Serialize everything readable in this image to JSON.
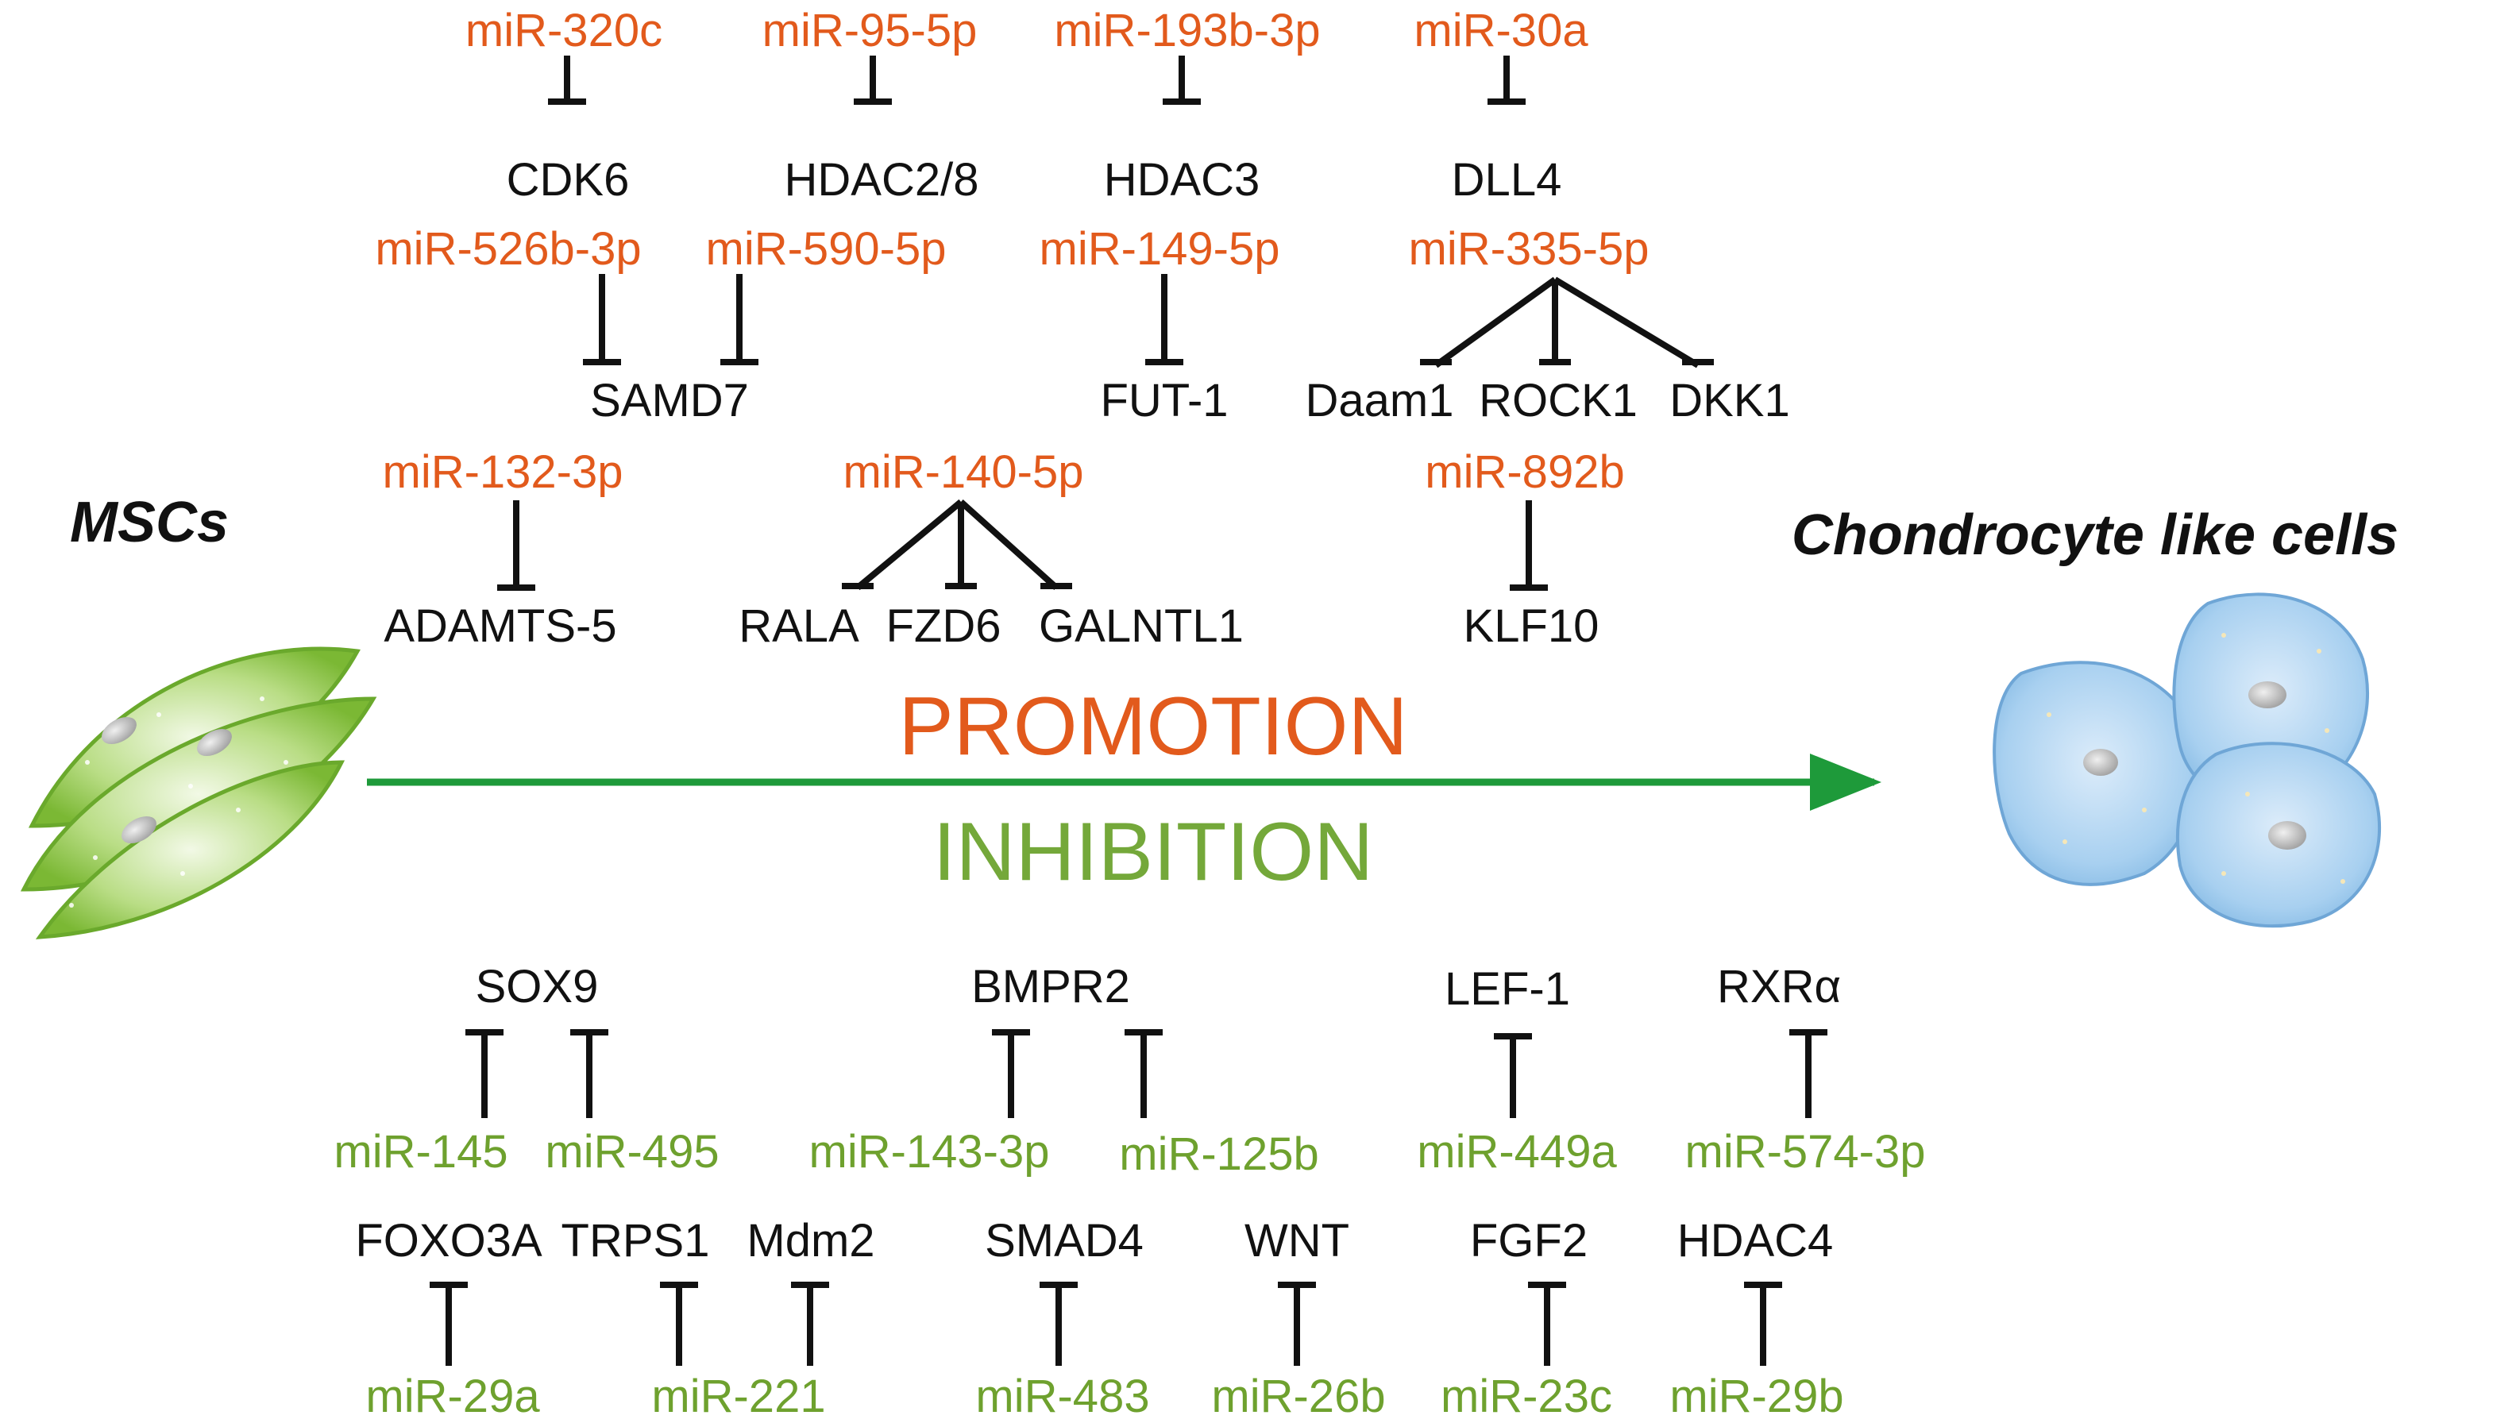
{
  "cells": {
    "source": "MSCs",
    "target": "Chondrocyte like cells"
  },
  "process": {
    "promotion": "PROMOTION",
    "inhibition": "INHIBITION",
    "arrow_color": "#1e9a3a"
  },
  "colors": {
    "promoting_mirna": "#e25a1c",
    "inhibiting_mirna": "#6ea12e",
    "gene": "#111111",
    "msc_cell": "#8cc63f",
    "chondrocyte_cell": "#9cc8ec"
  },
  "promotion_rows": [
    {
      "mirnas": [
        "miR-320c",
        "miR-95-5p",
        "miR-193b-3p",
        "miR-30a"
      ],
      "genes": [
        "CDK6",
        "HDAC2/8",
        "HDAC3",
        "DLL4"
      ]
    },
    {
      "mirnas": [
        "miR-526b-3p",
        "miR-590-5p",
        "miR-149-5p",
        "miR-335-5p"
      ],
      "genes": [
        "SAMD7",
        "FUT-1",
        "Daam1",
        "ROCK1",
        "DKK1"
      ]
    },
    {
      "mirnas": [
        "miR-132-3p",
        "miR-140-5p",
        "miR-892b"
      ],
      "genes": [
        "ADAMTS-5",
        "RALA",
        "FZD6",
        "GALNTL1",
        "KLF10"
      ]
    }
  ],
  "inhibition_rows": [
    {
      "genes": [
        "SOX9",
        "BMPR2",
        "LEF-1",
        "RXRα"
      ],
      "mirnas": [
        "miR-145",
        "miR-495",
        "miR-143-3p",
        "miR-125b",
        "miR-449a",
        "miR-574-3p"
      ]
    },
    {
      "genes": [
        "FOXO3A",
        "TRPS1",
        "Mdm2",
        "SMAD4",
        "WNT",
        "FGF2",
        "HDAC4"
      ],
      "mirnas": [
        "miR-29a",
        "miR-221",
        "miR-483",
        "miR-26b",
        "miR-23c",
        "miR-29b"
      ]
    }
  ]
}
